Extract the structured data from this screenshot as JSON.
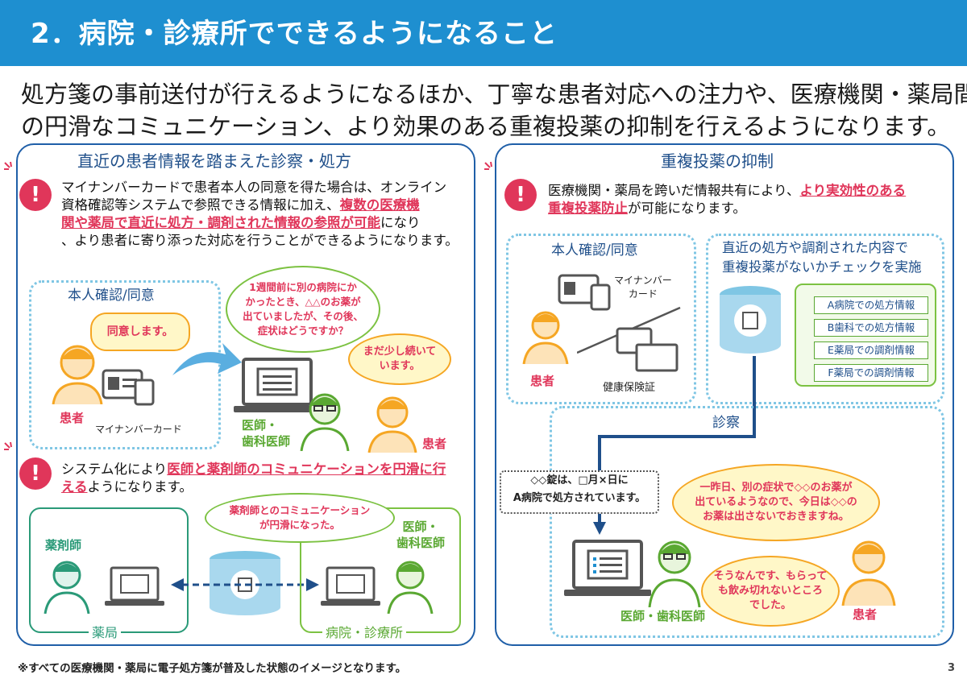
{
  "header": {
    "title": "2．病院・診療所でできるようになること"
  },
  "lead": {
    "line1": "処方箋の事前送付が行えるようになるほか、丁寧な患者対応への注力や、医療機関・薬局間",
    "line2": "の円滑なコミュニケーション、より効果のある重複投薬の抑制を行えるようになります。"
  },
  "left_panel": {
    "title": "直近の患者情報を踏まえた診察・処方",
    "point1": {
      "t1": "マイナンバーカードで患者本人の同意を得た場合は、オンライン",
      "t2": "資格確認等システムで参照できる情報に加え、",
      "h2": "複数の医療機",
      "h3": "関や薬局で直近に処方・調剤された情報の参照が可能",
      "t3": "になり",
      "t4": "、より患者に寄り添った対応を行うことができるようになります。"
    },
    "consent_box": {
      "label": "本人確認/同意",
      "bubble": "同意します。",
      "patient": "患者",
      "card": "マイナンバーカード"
    },
    "doctor_bubble": {
      "l1": "1週間前に別の病院にか",
      "l2": "かったとき、△△のお薬が",
      "l3": "出ていましたが、その後、",
      "l4": "症状はどうですか？"
    },
    "patient_bubble": {
      "l1": "まだ少し続いて",
      "l2": "います。"
    },
    "doctor_label": {
      "l1": "医師・",
      "l2": "歯科医師"
    },
    "patient_label": "患者",
    "point2": {
      "t1": "システム化により",
      "h1": "医師と薬剤師のコミュニケーションを円滑に行",
      "h2": "える",
      "t2": "ようになります。"
    },
    "pharmacy_box": {
      "pharmacist": "薬剤師",
      "label": "薬局"
    },
    "clinic_box": {
      "bubble_l1": "薬剤師とのコミュニケーション",
      "bubble_l2": "が円滑になった。",
      "doctor_l1": "医師・",
      "doctor_l2": "歯科医師",
      "label": "病院・診療所"
    }
  },
  "right_panel": {
    "title": "重複投薬の抑制",
    "point": {
      "t1": "医療機関・薬局を跨いだ情報共有により、",
      "h1": "より実効性のある",
      "h2": "重複投薬防止",
      "t2": "が可能になります。"
    },
    "consent_box": {
      "label": "本人確認/同意",
      "card_l1": "マイナンバー",
      "card_l2": "カード",
      "patient": "患者",
      "insurance": "健康保険証"
    },
    "check_box": {
      "l1": "直近の処方や調剤された内容で",
      "l2": "重複投薬がないかチェックを実施",
      "items": [
        "A病院での処方情報",
        "B歯科での処方情報",
        "E薬局での調剤情報",
        "F薬局での調剤情報"
      ]
    },
    "exam_box": {
      "label": "診察",
      "screen_l1": "◇◇錠は、□月×日に",
      "screen_l2": "A病院で処方されています。",
      "doctor_bubble_l1": "一昨日、別の症状で◇◇のお薬が",
      "doctor_bubble_l2": "出ているようなので、今日は◇◇の",
      "doctor_bubble_l3": "お薬は出さないでおきますね。",
      "patient_bubble_l1": "そうなんです、もらって",
      "patient_bubble_l2": "も飲み切れないところ",
      "patient_bubble_l3": "でした。",
      "doctor_label": "医師・歯科医師",
      "patient_label": "患者"
    }
  },
  "footnote": "※すべての医療機関・薬局に電子処方箋が普及した状態のイメージとなります。",
  "page_number": "3",
  "colors": {
    "header": "#1e8fd0",
    "panel_border": "#1f5fa8",
    "accent": "#e0365a",
    "green": "#5aa832",
    "yellow": "#f5a623"
  }
}
